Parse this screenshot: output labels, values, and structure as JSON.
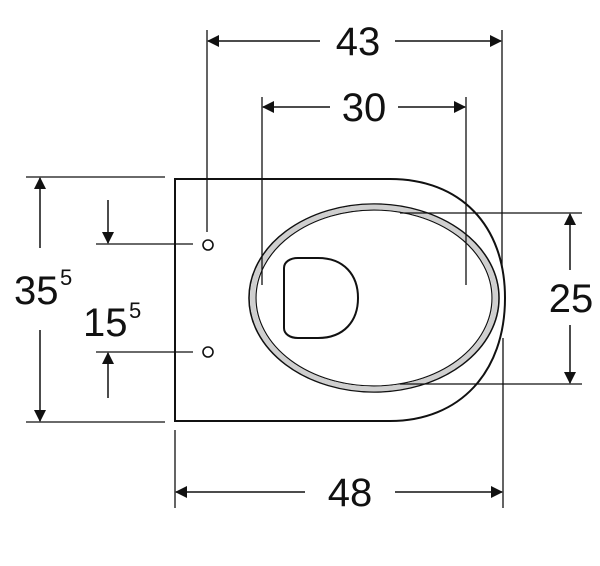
{
  "dimensions": {
    "top_outer": "43",
    "top_inner": "30",
    "right_height": "25",
    "bottom_width": "48",
    "left_height_main": "35",
    "left_height_sup": "5",
    "left_holes_main": "15",
    "left_holes_sup": "5"
  },
  "colors": {
    "line": "#111111",
    "background": "#ffffff"
  }
}
